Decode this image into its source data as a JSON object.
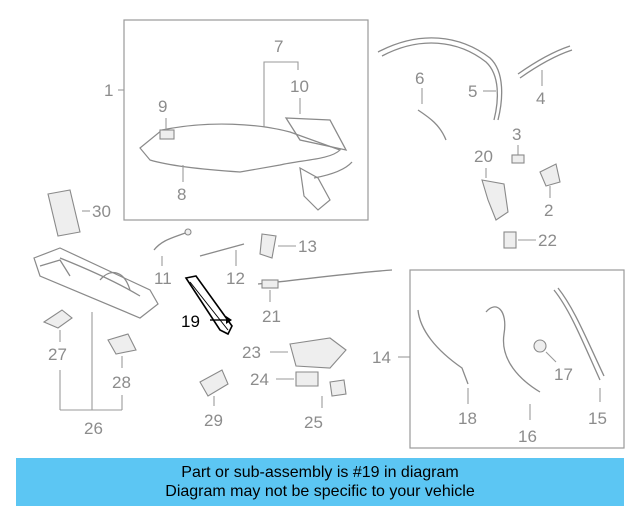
{
  "callouts": {
    "c1": "1",
    "c2": "2",
    "c3": "3",
    "c4": "4",
    "c5": "5",
    "c6": "6",
    "c7": "7",
    "c8": "8",
    "c9": "9",
    "c10": "10",
    "c11": "11",
    "c12": "12",
    "c13": "13",
    "c14": "14",
    "c15": "15",
    "c16": "16",
    "c17": "17",
    "c18": "18",
    "c19": "19",
    "c20": "20",
    "c21": "21",
    "c22": "22",
    "c23": "23",
    "c24": "24",
    "c25": "25",
    "c26": "26",
    "c27": "27",
    "c28": "28",
    "c29": "29",
    "c30": "30"
  },
  "highlighted_part": "19",
  "colors": {
    "banner": "#5cc6f3",
    "highlight": "#000000",
    "linework": "#8a8a8a"
  },
  "banner": {
    "line1": "Part or sub-assembly is #19 in diagram",
    "line2": "Diagram may not be specific to your vehicle"
  }
}
